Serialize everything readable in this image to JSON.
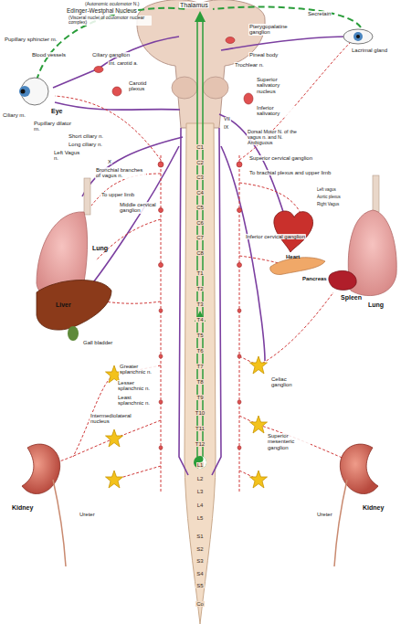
{
  "diagram": {
    "labels": [
      "Thalamus",
      "(Autonomic oculomotor N.)",
      "Edinger-Westphal Nucleus",
      "(Visceral nuclei of oculomotor nuclear complex)",
      "Pupillary sphincter m.",
      "Blood vessels",
      "Ciliary ganglion",
      "Int. carotid a.",
      "Eye",
      "Carotid plexus",
      "Ciliary m.",
      "Pupillary dilator m.",
      "Short ciliary n.",
      "Long ciliary n.",
      "Left Vagus n.",
      "X",
      "Bronchial branches of vagus n.",
      "To upper limb",
      "Middle cervical ganglion",
      "Lung",
      "Liver",
      "Gall bladder",
      "Greater splanchnic n.",
      "Lesser splanchnic n.",
      "Least splanchnic n.",
      "Intermediolateral nucleus",
      "Kidney",
      "Ureter",
      "Secretain",
      "Lacrimal gland",
      "Pterygopalatine ganglion",
      "Pineal body",
      "Trochlear n.",
      "Superior salivatory nucleus",
      "Inferior salivatory",
      "Dorsal Motor N. of the vagus n. and N. Ambiguous",
      "Superior cervical ganglion",
      "To brachial plexus and upper limb",
      "Left vagus",
      "Aortic plexus",
      "Right Vagus",
      "Heart",
      "Inferior cervical ganglion",
      "Lung",
      "Pancreas",
      "Spleen",
      "Celiac ganglion",
      "Superior mesenteric ganglion",
      "Kidney",
      "Ureter",
      "VII",
      "IX",
      "C1",
      "C2",
      "C3",
      "C4",
      "C5",
      "C6",
      "C7",
      "C8",
      "T1",
      "T2",
      "T3",
      "T4",
      "T5",
      "T6",
      "T7",
      "T8",
      "T9",
      "T10",
      "T11",
      "T12",
      "L1",
      "L2",
      "L3",
      "L4",
      "L5",
      "S1",
      "S2",
      "S3",
      "S4",
      "S5",
      "Co"
    ]
  }
}
